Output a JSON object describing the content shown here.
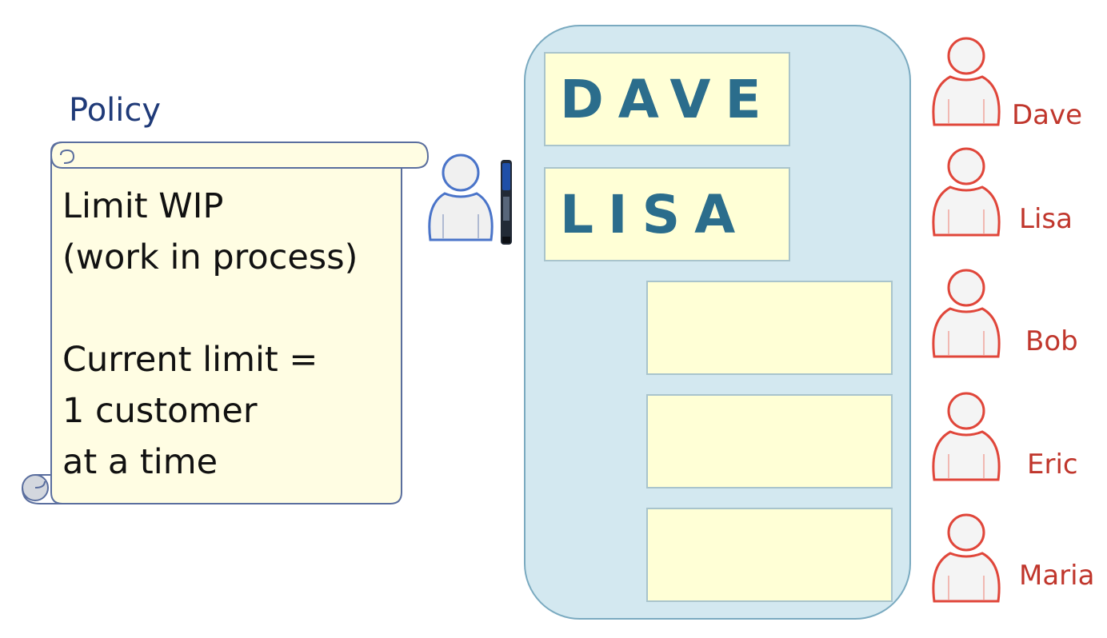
{
  "policy": {
    "title": "Policy",
    "lines": [
      "Limit WIP",
      "(work in process)",
      "",
      "Current limit =",
      "1 customer",
      "at a time"
    ]
  },
  "board": {
    "slots": [
      {
        "name": "DAVE"
      },
      {
        "name": "LISA"
      },
      {
        "name": ""
      },
      {
        "name": ""
      },
      {
        "name": ""
      }
    ]
  },
  "customers": [
    {
      "name": "Dave"
    },
    {
      "name": "Lisa"
    },
    {
      "name": "Bob"
    },
    {
      "name": "Eric"
    },
    {
      "name": "Maria"
    }
  ],
  "colors": {
    "policy_title": "#1f3a78",
    "board_fill": "#d3e8f0",
    "slot_fill": "#ffffd6",
    "slot_text": "#2b6d8c",
    "customer": "#c0362c",
    "staff_outline": "#4a74c9",
    "marker": "#1f4fa8"
  },
  "icons": {
    "staff": "person-icon",
    "marker": "marker-icon",
    "customer": "person-icon"
  }
}
